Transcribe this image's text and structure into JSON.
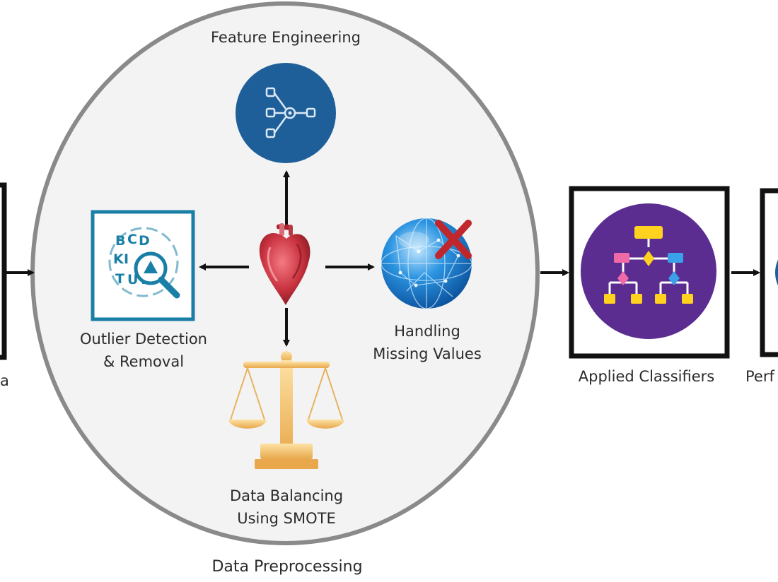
{
  "labels": {
    "feature_engineering": "Feature Engineering",
    "outlier_line1": "Outlier Detection",
    "outlier_line2": "& Removal",
    "missing_line1": "Handling",
    "missing_line2": "Missing Values",
    "balancing_line1": "Data Balancing",
    "balancing_line2": "Using SMOTE",
    "data_preprocessing": "Data Preprocessing",
    "applied_classifiers": "Applied Classifiers",
    "left_cut_label": "a",
    "right_cut_label": "Perf"
  },
  "icons": {
    "feature_engineering": "feature-network-icon",
    "outlier": "magnifier-letters-icon",
    "missing_values": "globe-x-icon",
    "balancing": "balance-scale-icon",
    "center": "heart-icon",
    "classifiers": "tree-hierarchy-icon"
  },
  "colors": {
    "ellipse_fill": "#f3f3f3",
    "ellipse_stroke": "#8a8a8a",
    "feature_circle": "#1f5f99",
    "outlier_teal": "#1a7fa6",
    "classifier_purple": "#5b2d91",
    "scale_gold": "#f2c46b",
    "heart_red": "#c8323f",
    "globe_blue": "#1b7fd1",
    "x_red": "#c0272d"
  }
}
